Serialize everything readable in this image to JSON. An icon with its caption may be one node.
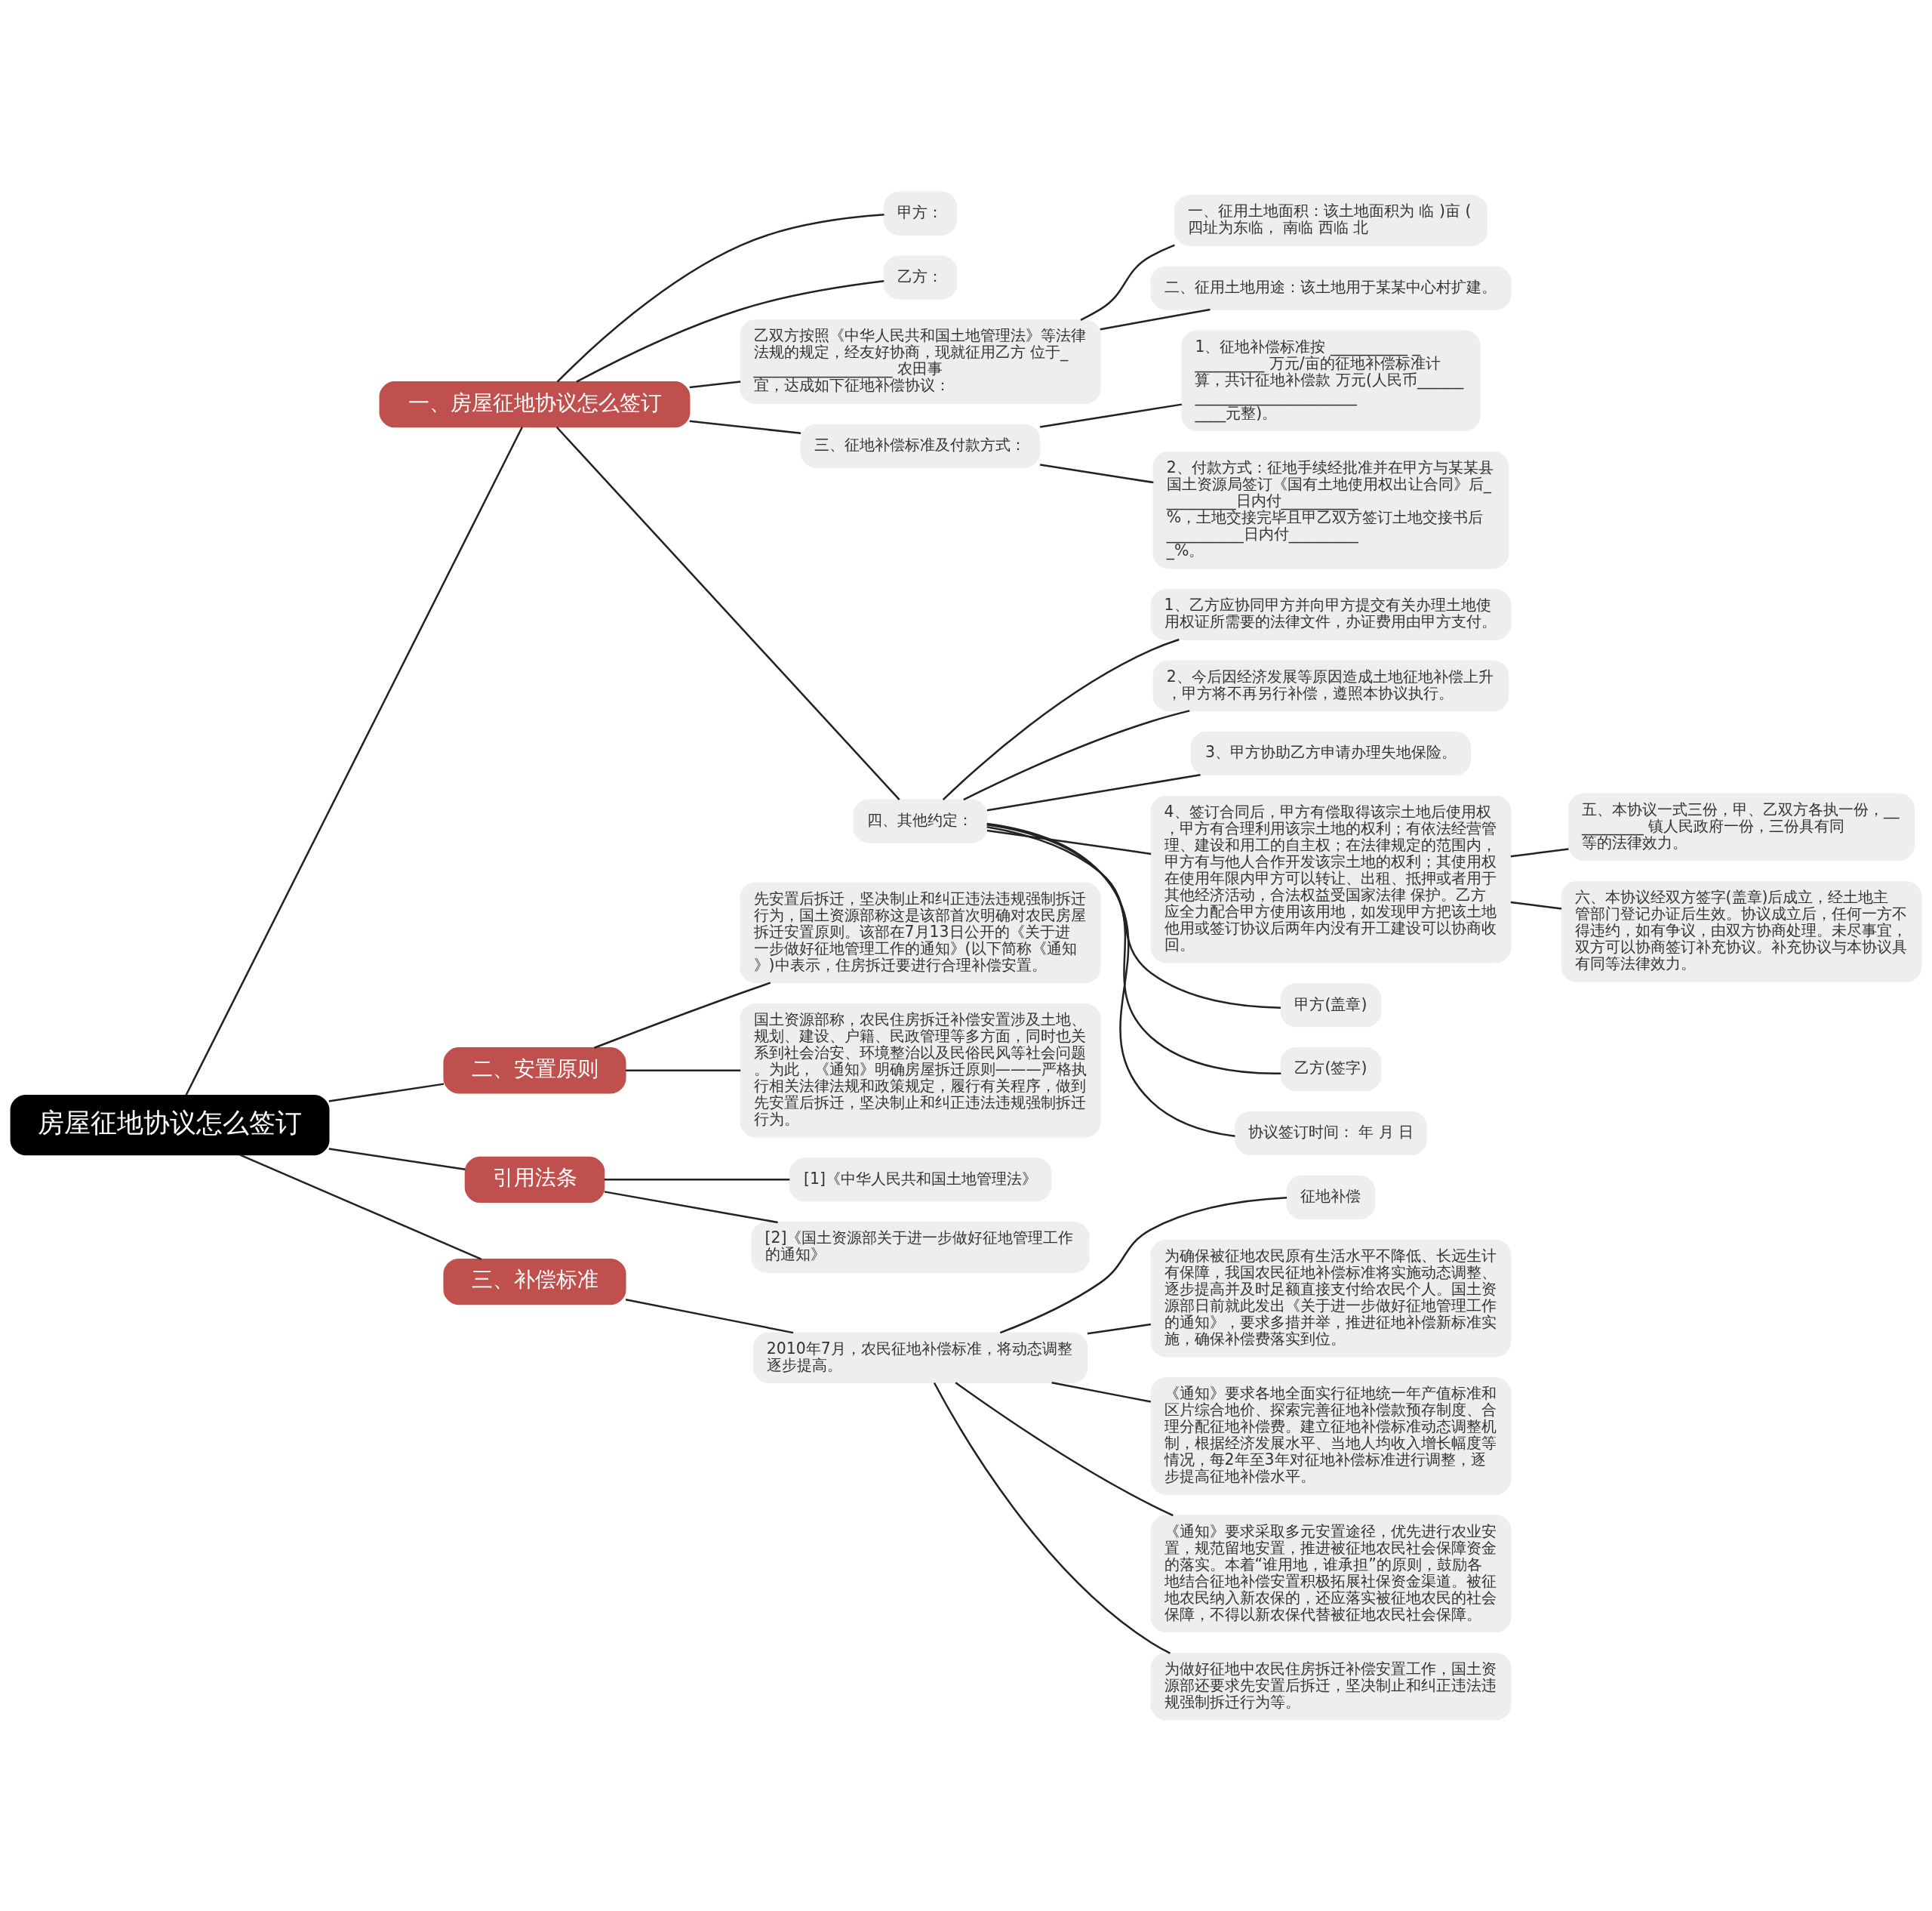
{
  "diagram": {
    "nodes": [
      {
        "text": [
          "房屋征地协议怎么签订"
        ]
      },
      {
        "text": [
          "一、房屋征地协议怎么签订"
        ]
      },
      {
        "text": [
          "甲方："
        ]
      },
      {
        "text": [
          "乙方："
        ]
      },
      {
        "text": [
          "乙双方按照《中华人民共和国土地管理法》等法律法规的规定，经友好协商，现就征用乙方 位于___________________ 农田事宜，达成如下征地补偿协议："
        ]
      },
      {
        "text": [
          "一、征用土地面积：该土地面积为 临 )亩 (四址为东临， 南临 西临 北"
        ]
      },
      {
        "text": [
          "二、征用土地用途：该土地用于某某中心村扩建。"
        ]
      },
      {
        "text": [
          "三、征地补偿标准及付款方式："
        ]
      },
      {
        "text": [
          "1、征地补偿标准按 __________ __________ 万元/亩的征地补偿标准计算，共计征地补偿款 万元(人民币___________________________ ____元整)。"
        ]
      },
      {
        "text": [
          "2、付款方式：征地手续经批准并在甲方与某某县国土资源局签订《国有土地使用权出让合同》后__________日内付__________ %，土地交接完毕且甲乙双方签订土地交接书后__________日内付__________%。"
        ]
      },
      {
        "text": [
          "四、其他约定："
        ]
      },
      {
        "text": [
          "1、乙方应协同甲方并向甲方提交有关办理土地使用权证所需要的法律文件，办证费用由甲方支付。"
        ]
      },
      {
        "text": [
          "2、今后因经济发展等原因造成土地征地补偿上升，甲方将不再另行补偿，遵照本协议执行。"
        ]
      },
      {
        "text": [
          "3、甲方协助乙方申请办理失地保险。"
        ]
      },
      {
        "text": [
          "4、签订合同后，甲方有偿取得该宗土地后使用权，甲方有合理利用该宗土地的权利；有依法经营管理、建设和用工的自主权；在法律规定的范围内，甲方有与他人合作开发该宗土地的权利；其使用权在使用年限内甲方可以转让、出租、抵押或者用于其他经济活动，合法权益受国家法律 保护。乙方应全力配合甲方使用该用地，如发现甲方把该土地他用或签订协议后两年内没有开工建设可以协商收回。"
        ]
      },
      {
        "text": [
          "五、本协议一式三份，甲、乙双方各执一份，__________ 镇人民政府一份，三份具有同等的法律效力。"
        ]
      },
      {
        "text": [
          "六、本协议经双方签字(盖章)后成立，经土地主管部门登记办证后生效。协议成立后，任何一方不得违约，如有争议，由双方协商处理。未尽事宜，双方可以协商签订补充协议。补充协议与本协议具有同等法律效力。"
        ]
      },
      {
        "text": [
          "甲方(盖章)"
        ]
      },
      {
        "text": [
          "乙方(签字)"
        ]
      },
      {
        "text": [
          "协议签订时间： 年 月 日"
        ]
      },
      {
        "text": [
          "二、安置原则"
        ]
      },
      {
        "text": [
          "先安置后拆迁，坚决制止和纠正违法违规强制拆迁行为，国土资源部称这是该部首次明确对农民房屋拆迁安置原则。该部在7月13日公开的《关于进一步做好征地管理工作的通知》(以下简称《通知》)中表示，住房拆迁要进行合理补偿安置。"
        ]
      },
      {
        "text": [
          "国土资源部称，农民住房拆迁补偿安置涉及土地、规划、建设、户籍、民政管理等多方面，同时也关系到社会治安、环境整治以及民俗民风等社会问题。为此，《通知》明确房屋拆迁原则———严格执行相关法律法规和政策规定，履行有关程序，做到先安置后拆迁，坚决制止和纠正违法违规强制拆迁行为。"
        ]
      },
      {
        "text": [
          "引用法条"
        ]
      },
      {
        "text": [
          "[1]《中华人民共和国土地管理法》"
        ]
      },
      {
        "text": [
          "[2]《国土资源部关于进一步做好征地管理工作的通知》"
        ]
      },
      {
        "text": [
          "三、补偿标准"
        ]
      },
      {
        "text": [
          "2010年7月，农民征地补偿标准，将动态调整逐步提高。"
        ]
      },
      {
        "text": [
          "征地补偿"
        ]
      },
      {
        "text": [
          "为确保被征地农民原有生活水平不降低、长远生计有保障，我国农民征地补偿标准将实施动态调整、逐步提高并及时足额直接支付给农民个人。国土资源部日前就此发出《关于进一步做好征地管理工作的通知》，要求多措并举，推进征地补偿新标准实施，确保补偿费落实到位。"
        ]
      },
      {
        "text": [
          "《通知》要求各地全面实行征地统一年产值标准和区片综合地价、探索完善征地补偿款预存制度、合理分配征地补偿费。建立征地补偿标准动态调整机制，根据经济发展水平、当地人均收入增长幅度等情况，每2年至3年对征地补偿标准进行调整，逐步提高征地补偿水平。"
        ]
      },
      {
        "text": [
          "《通知》要求采取多元安置途径，优先进行农业安置，规范留地安置，推进被征地农民社会保障资金的落实。本着“谁用地，谁承担”的原则，鼓励各地结合征地补偿安置积极拓展社保资金渠道。被征地农民纳入新农保的，还应落实被征地农民的社会保障，不得以新农保代替被征地农民社会保障。"
        ]
      },
      {
        "text": [
          "为做好征地中农民住房拆迁补偿安置工作，国土资源部还要求先安置后拆迁，坚决制止和纠正违法违规强制拆迁行为等。"
        ]
      }
    ],
    "edges": [
      {
        "from": 0,
        "to": 1,
        "arrow": "none"
      },
      {
        "from": 1,
        "to": 2,
        "arrow": "none"
      },
      {
        "from": 1,
        "to": 3,
        "arrow": "none"
      },
      {
        "from": 1,
        "to": 4,
        "arrow": "none"
      },
      {
        "from": 4,
        "to": 5,
        "arrow": "none"
      },
      {
        "from": 4,
        "to": 6,
        "arrow": "none"
      },
      {
        "from": 1,
        "to": 7,
        "arrow": "none"
      },
      {
        "from": 7,
        "to": 8,
        "arrow": "none"
      },
      {
        "from": 7,
        "to": 9,
        "arrow": "none"
      },
      {
        "from": 1,
        "to": 10,
        "arrow": "none"
      },
      {
        "from": 10,
        "to": 11,
        "arrow": "none"
      },
      {
        "from": 10,
        "to": 12,
        "arrow": "none"
      },
      {
        "from": 10,
        "to": 13,
        "arrow": "none"
      },
      {
        "from": 10,
        "to": 14,
        "arrow": "none"
      },
      {
        "from": 14,
        "to": 15,
        "arrow": "none"
      },
      {
        "from": 14,
        "to": 16,
        "arrow": "none"
      },
      {
        "from": 10,
        "to": 17,
        "arrow": "none"
      },
      {
        "from": 10,
        "to": 18,
        "arrow": "none"
      },
      {
        "from": 10,
        "to": 19,
        "arrow": "none"
      },
      {
        "from": 0,
        "to": 20,
        "arrow": "none"
      },
      {
        "from": 20,
        "to": 21,
        "arrow": "none"
      },
      {
        "from": 20,
        "to": 22,
        "arrow": "none"
      },
      {
        "from": 0,
        "to": 23,
        "arrow": "none"
      },
      {
        "from": 23,
        "to": 24,
        "arrow": "none"
      },
      {
        "from": 23,
        "to": 25,
        "arrow": "none"
      },
      {
        "from": 0,
        "to": 26,
        "arrow": "none"
      },
      {
        "from": 26,
        "to": 27,
        "arrow": "none"
      },
      {
        "from": 27,
        "to": 28,
        "arrow": "none"
      },
      {
        "from": 27,
        "to": 29,
        "arrow": "none"
      },
      {
        "from": 27,
        "to": 30,
        "arrow": "none"
      },
      {
        "from": 27,
        "to": 31,
        "arrow": "none"
      },
      {
        "from": 27,
        "to": 32,
        "arrow": "none"
      }
    ]
  }
}
